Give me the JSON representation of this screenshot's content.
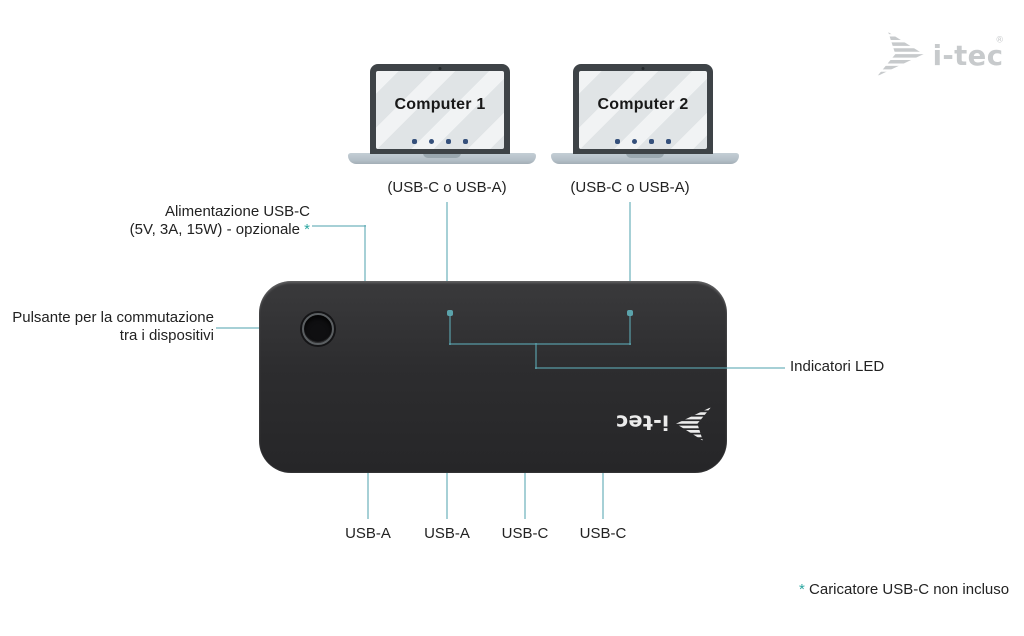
{
  "brand": {
    "name": "i-tec",
    "registered": "®"
  },
  "diagram": {
    "computers": [
      {
        "label": "Computer 1",
        "connection": "(USB-C o USB-A)"
      },
      {
        "label": "Computer 2",
        "connection": "(USB-C o USB-A)"
      }
    ],
    "device": {
      "logo_text": "i-tec"
    },
    "annotations": {
      "power_line1": "Alimentazione USB-C",
      "power_line2": "(5V, 3A, 15W) - opzionale",
      "power_asterisk": "*",
      "switch_line1": "Pulsante per la commutazione",
      "switch_line2": "tra i dispositivi",
      "led_label": "Indicatori LED"
    },
    "ports": [
      "USB-A",
      "USB-A",
      "USB-C",
      "USB-C"
    ],
    "footnote": {
      "asterisk": "*",
      "text": "Caricatore USB-C non incluso"
    }
  },
  "colors": {
    "accent_teal_line": "#9fd2d8",
    "accent_teal_text": "#2ba6a0",
    "device_body": "#2d2d2f",
    "laptop_frame": "#3e4347",
    "laptop_base": "#b8c3cb",
    "dock_icon_blue": "#35507b",
    "logo_gray": "#c7cacc",
    "logo_white": "#ececec",
    "text": "#222222",
    "background": "#ffffff"
  }
}
